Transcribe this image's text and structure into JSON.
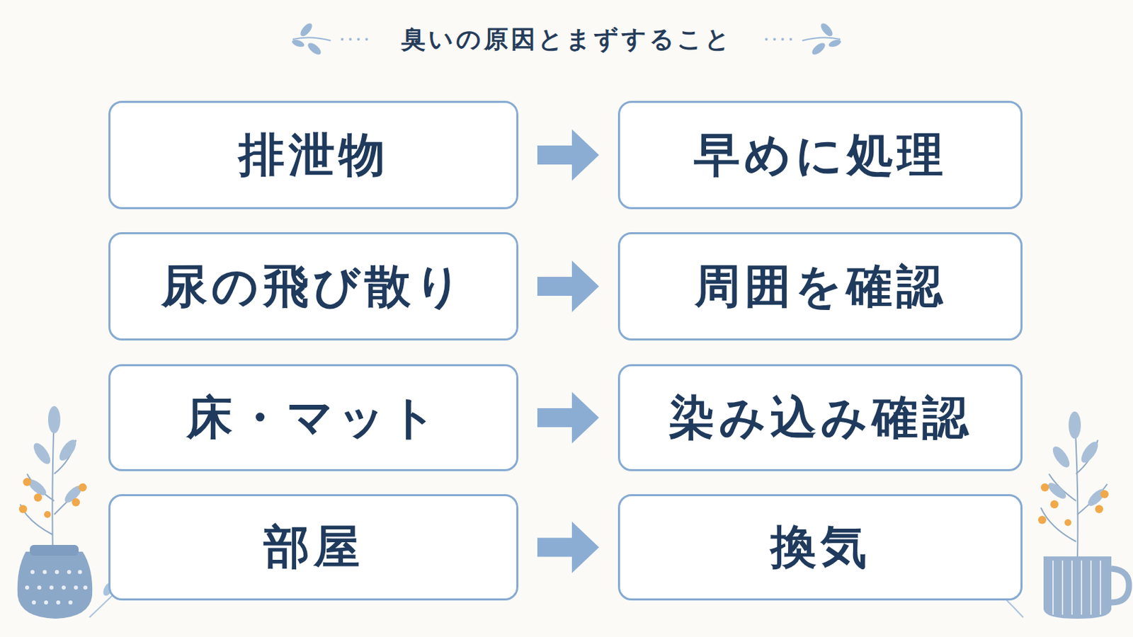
{
  "diagram": {
    "title": "臭いの原因とまずすること",
    "nodes": [
      {
        "text": [
          "排泄物"
        ]
      },
      {
        "text": [
          "早めに処理"
        ]
      },
      {
        "text": [
          "尿の飛び散り"
        ]
      },
      {
        "text": [
          "周囲を確認"
        ]
      },
      {
        "text": [
          "床・マット"
        ]
      },
      {
        "text": [
          "染み込み確認"
        ]
      },
      {
        "text": [
          "部屋"
        ]
      },
      {
        "text": [
          "換気"
        ]
      }
    ],
    "edges": [
      {
        "from": 0,
        "to": 1,
        "arrow": "to"
      },
      {
        "from": 2,
        "to": 3,
        "arrow": "to"
      },
      {
        "from": 4,
        "to": 5,
        "arrow": "to"
      },
      {
        "from": 6,
        "to": 7,
        "arrow": "to"
      }
    ]
  }
}
